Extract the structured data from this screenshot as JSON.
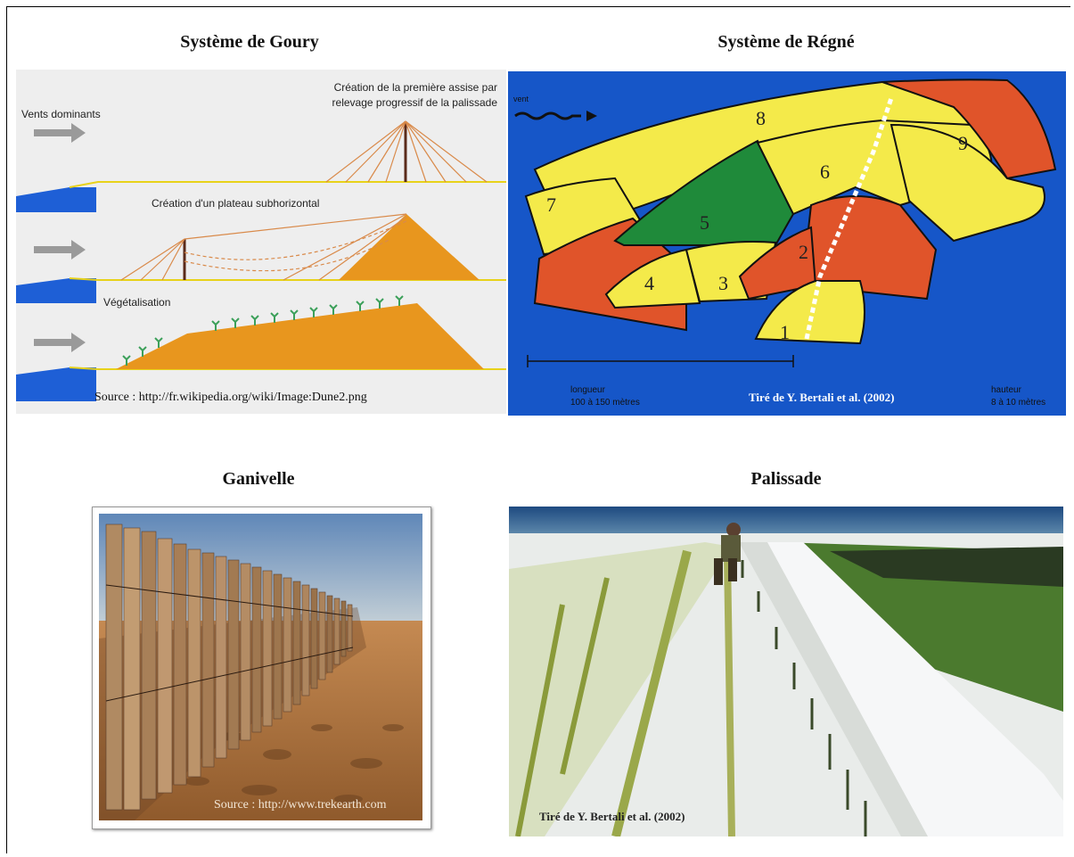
{
  "titles": {
    "goury": "Système de Goury",
    "regne": "Système de Régné",
    "ganivelle": "Ganivelle",
    "palissade": "Palissade"
  },
  "goury": {
    "label_winds": "Vents dominants",
    "label_first_course_1": "Création de la première assise par",
    "label_first_course_2": "relevage progressif de la palissade",
    "label_plateau": "Création d'un plateau subhorizontal",
    "label_vegetation": "Végétalisation",
    "source": "Source : http://fr.wikipedia.org/wiki/Image:Dune2.png"
  },
  "regne": {
    "wind_label": "vent",
    "numbers": [
      "1",
      "2",
      "3",
      "4",
      "5",
      "6",
      "7",
      "8",
      "9"
    ],
    "length_label_1": "longueur",
    "length_label_2": "100 à 150 mètres",
    "height_label_1": "hauteur",
    "height_label_2": "8 à 10 mètres",
    "credit": "Tiré de Y. Bertali et al. (2002)"
  },
  "ganivelle": {
    "source": "Source : http://www.trekearth.com"
  },
  "palissade": {
    "credit": "Tiré de Y. Bertali et al. (2002)"
  },
  "colors": {
    "sea_blue": "#1e5fd6",
    "sand_orange": "#e8961e",
    "regne_bg": "#1656c8",
    "regne_yellow": "#f4ea4a",
    "regne_red": "#e0542a",
    "regne_green": "#1f8a3a"
  }
}
